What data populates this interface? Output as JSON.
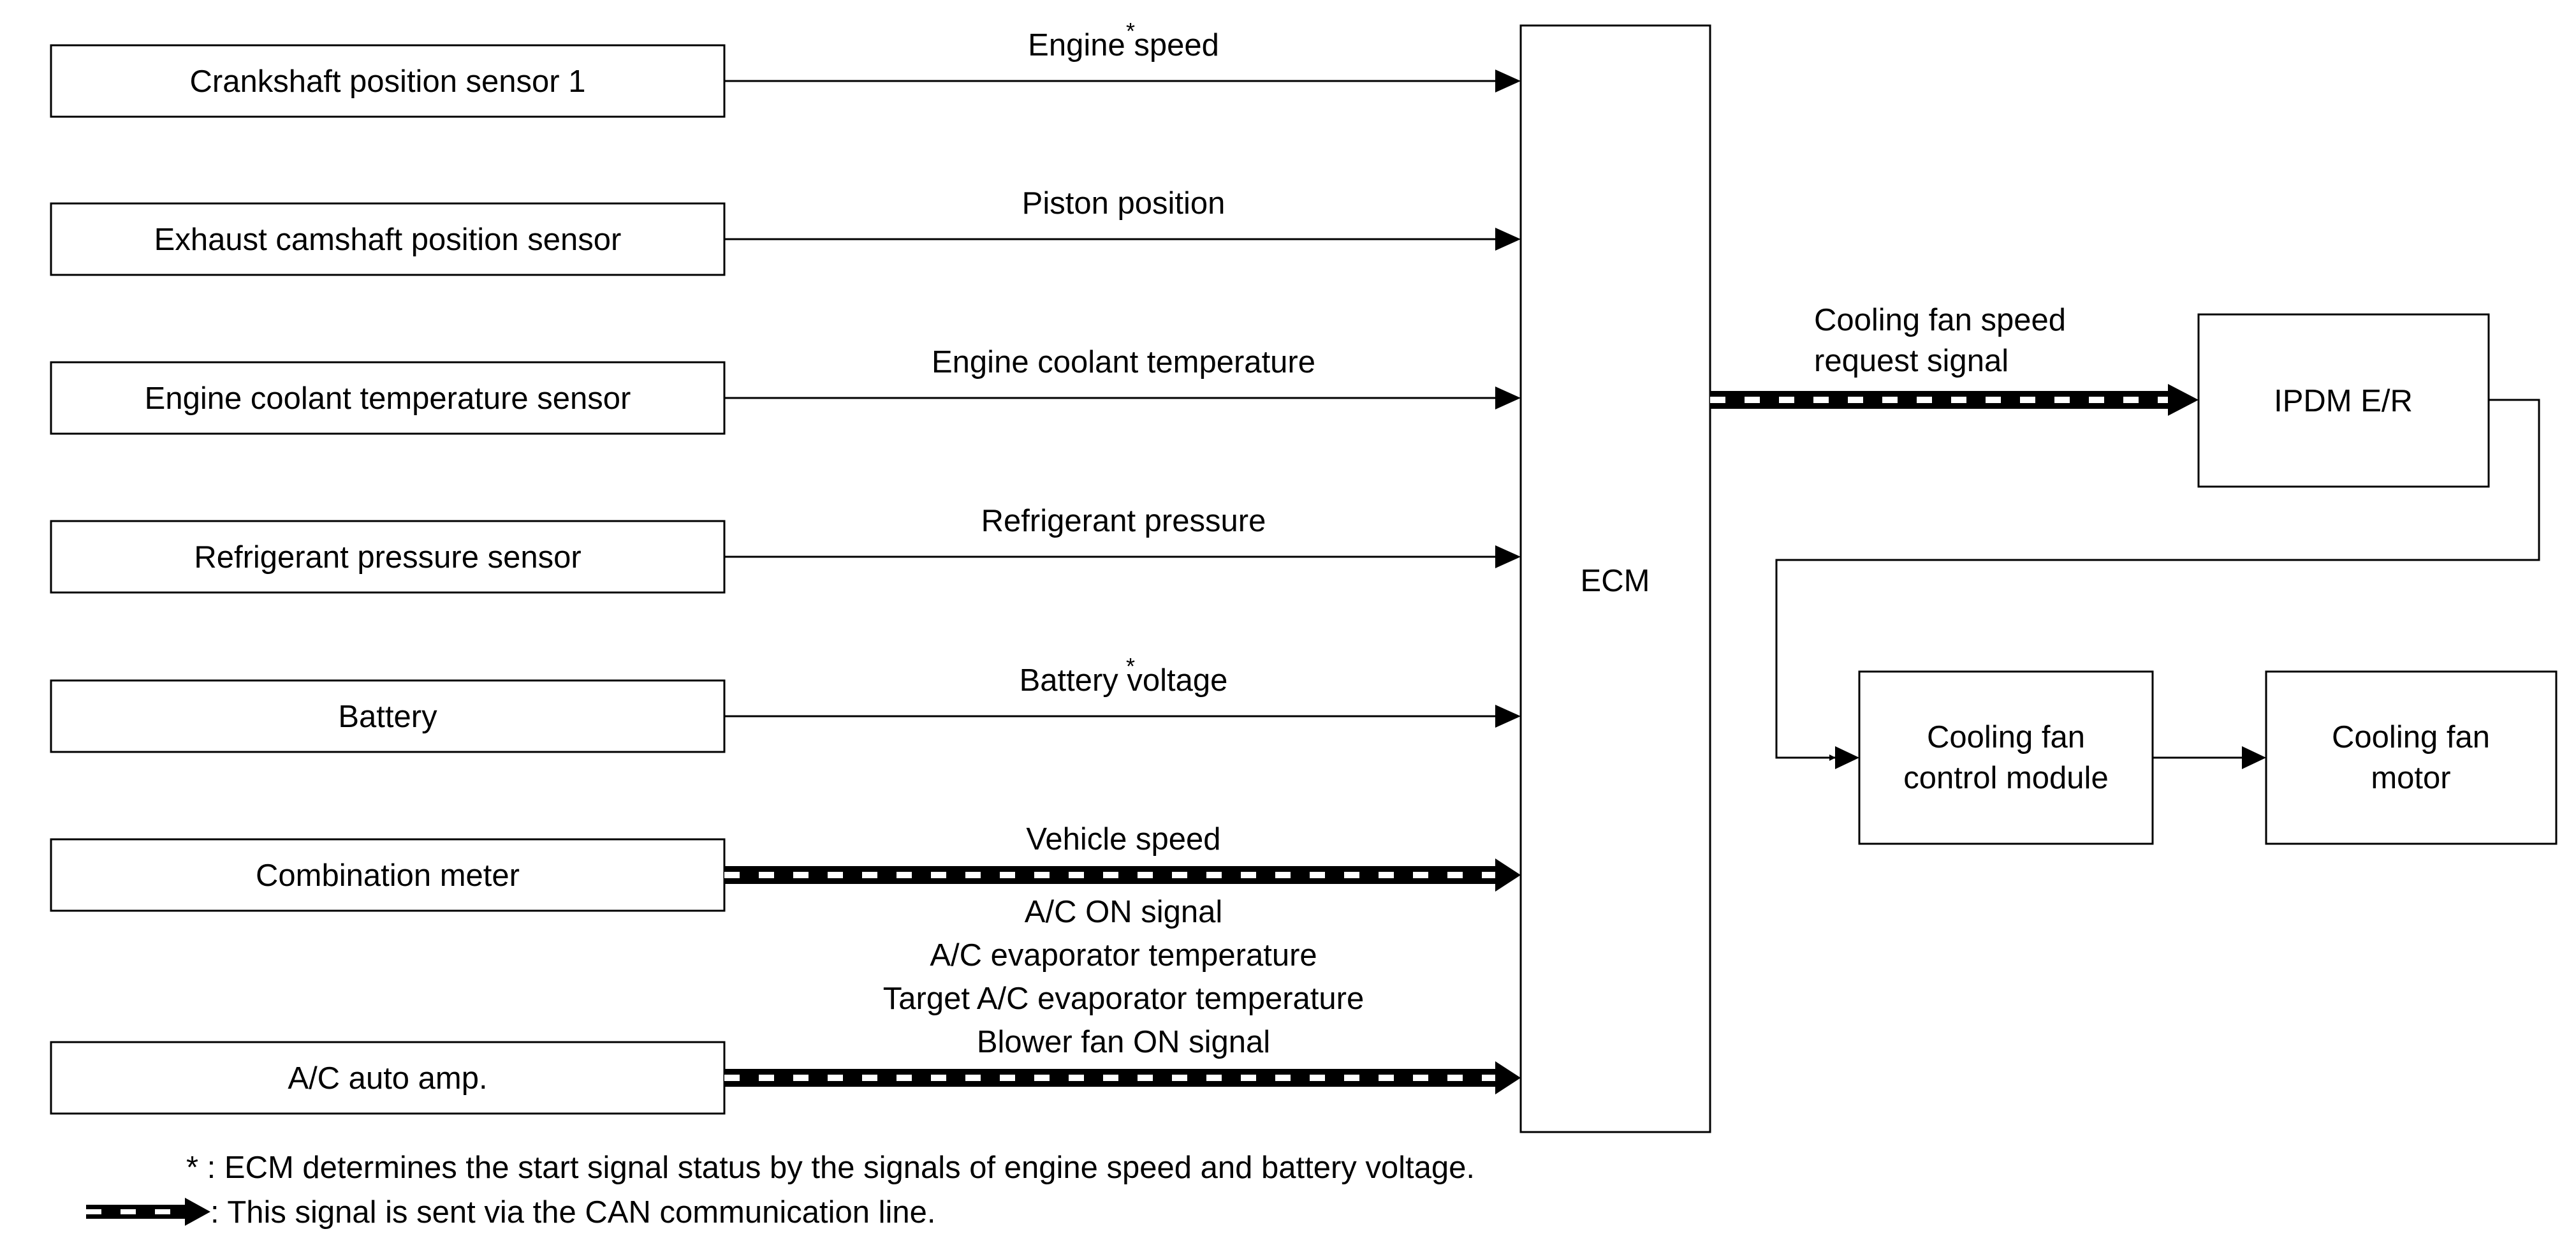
{
  "inputs": [
    {
      "id": "crank",
      "box": "Crankshaft position sensor 1",
      "signal": [
        "Engine speed"
      ],
      "asterisk": true,
      "can": false
    },
    {
      "id": "cam",
      "box": "Exhaust camshaft position sensor",
      "signal": [
        "Piston position"
      ],
      "asterisk": false,
      "can": false
    },
    {
      "id": "coolant",
      "box": "Engine coolant temperature sensor",
      "signal": [
        "Engine coolant temperature"
      ],
      "asterisk": false,
      "can": false
    },
    {
      "id": "refrig",
      "box": "Refrigerant pressure sensor",
      "signal": [
        "Refrigerant pressure"
      ],
      "asterisk": false,
      "can": false
    },
    {
      "id": "battery",
      "box": "Battery",
      "signal": [
        "Battery voltage"
      ],
      "asterisk": true,
      "can": false
    },
    {
      "id": "meter",
      "box": "Combination meter",
      "signal": [
        "Vehicle speed"
      ],
      "asterisk": false,
      "can": true
    },
    {
      "id": "acamp",
      "box": "A/C auto amp.",
      "signal": [
        "A/C ON signal",
        "A/C evaporator temperature",
        "Target A/C evaporator temperature",
        "Blower fan ON signal"
      ],
      "asterisk": false,
      "can": true
    }
  ],
  "ecm": {
    "label": "ECM"
  },
  "outputs": {
    "request_signal": [
      "Cooling fan speed",
      "request signal"
    ],
    "ipdm": "IPDM E/R",
    "fan_module": [
      "Cooling fan",
      "control module"
    ],
    "fan_motor": [
      "Cooling fan",
      "motor"
    ]
  },
  "asterisk_mark": "*",
  "notes": {
    "asterisk_note": "* : ECM determines the start signal status by the signals of engine speed and battery voltage.",
    "can_note": ": This signal is sent via the CAN communication line."
  }
}
